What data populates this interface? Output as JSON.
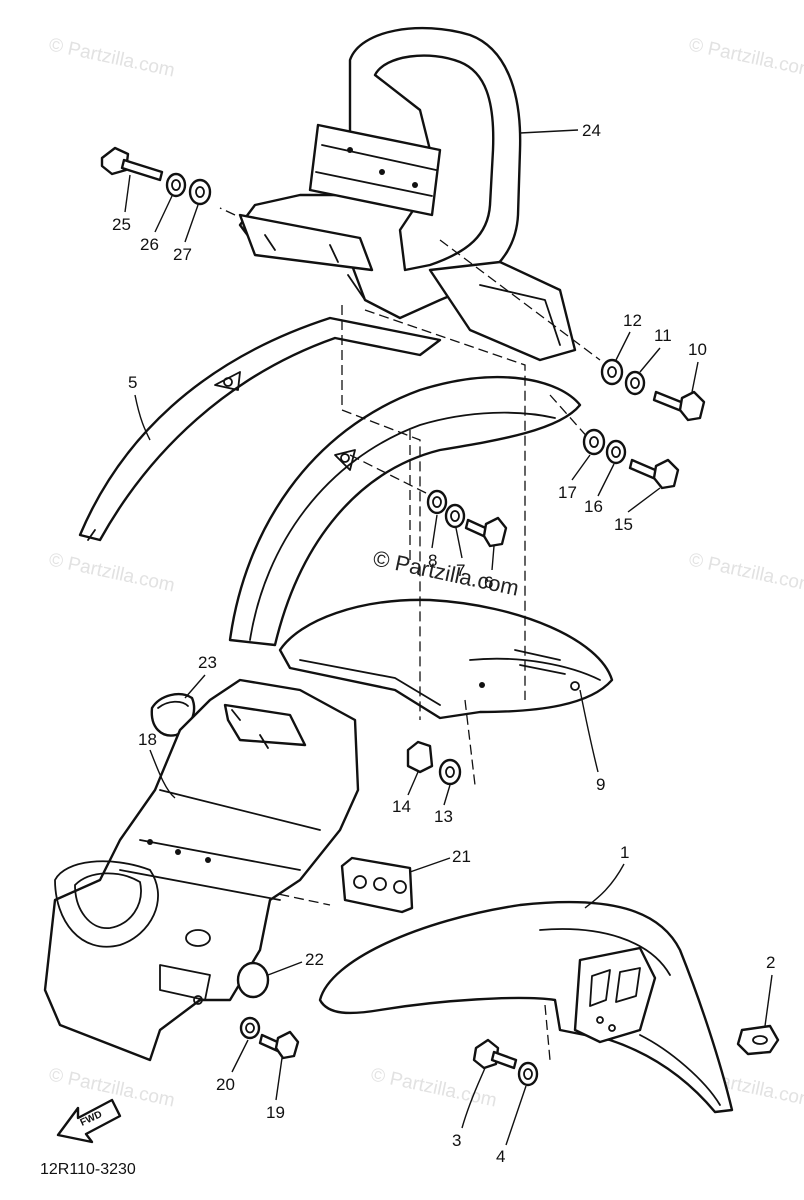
{
  "watermarks": {
    "corner": "© Partzilla.com",
    "center": "© Partzilla.com"
  },
  "diagram_code": "12R110-3230",
  "fwd_label": "FWD",
  "callouts": {
    "c1": "1",
    "c2": "2",
    "c3": "3",
    "c4": "4",
    "c5": "5",
    "c6": "6",
    "c7": "7",
    "c8": "8",
    "c9": "9",
    "c10": "10",
    "c11": "11",
    "c12": "12",
    "c13": "13",
    "c14": "14",
    "c15": "15",
    "c16": "16",
    "c17": "17",
    "c18": "18",
    "c19": "19",
    "c20": "20",
    "c21": "21",
    "c22": "22",
    "c23": "23",
    "c24": "24",
    "c25": "25",
    "c26": "26",
    "c27": "27"
  },
  "colors": {
    "line": "#111111",
    "watermark": "#e2e2e2",
    "background": "#ffffff"
  }
}
